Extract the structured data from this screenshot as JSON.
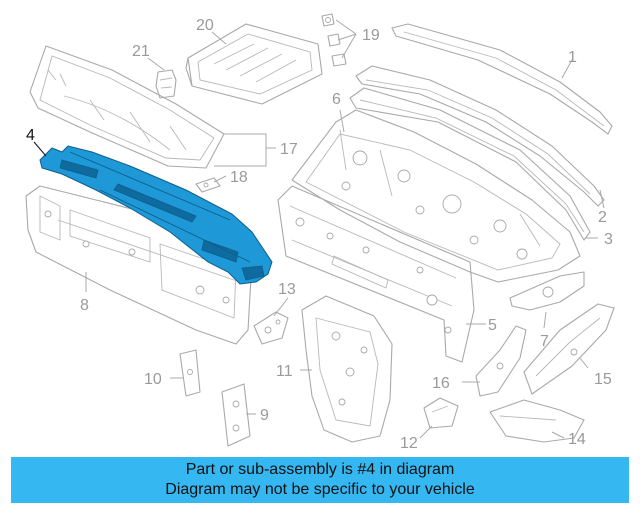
{
  "callouts": {
    "c1": "1",
    "c2": "2",
    "c3": "3",
    "c4": "4",
    "c5": "5",
    "c6": "6",
    "c7": "7",
    "c8": "8",
    "c9": "9",
    "c10": "10",
    "c11": "11",
    "c12": "12",
    "c13": "13",
    "c14": "14",
    "c15": "15",
    "c16": "16",
    "c17": "17",
    "c18": "18",
    "c19": "19",
    "c20": "20",
    "c21": "21"
  },
  "highlighted_part": "4",
  "highlight_color": "#1e98d6",
  "caption": {
    "line1": "Part or sub-assembly is #4 in diagram",
    "line2": "Diagram may not be specific to your vehicle"
  }
}
